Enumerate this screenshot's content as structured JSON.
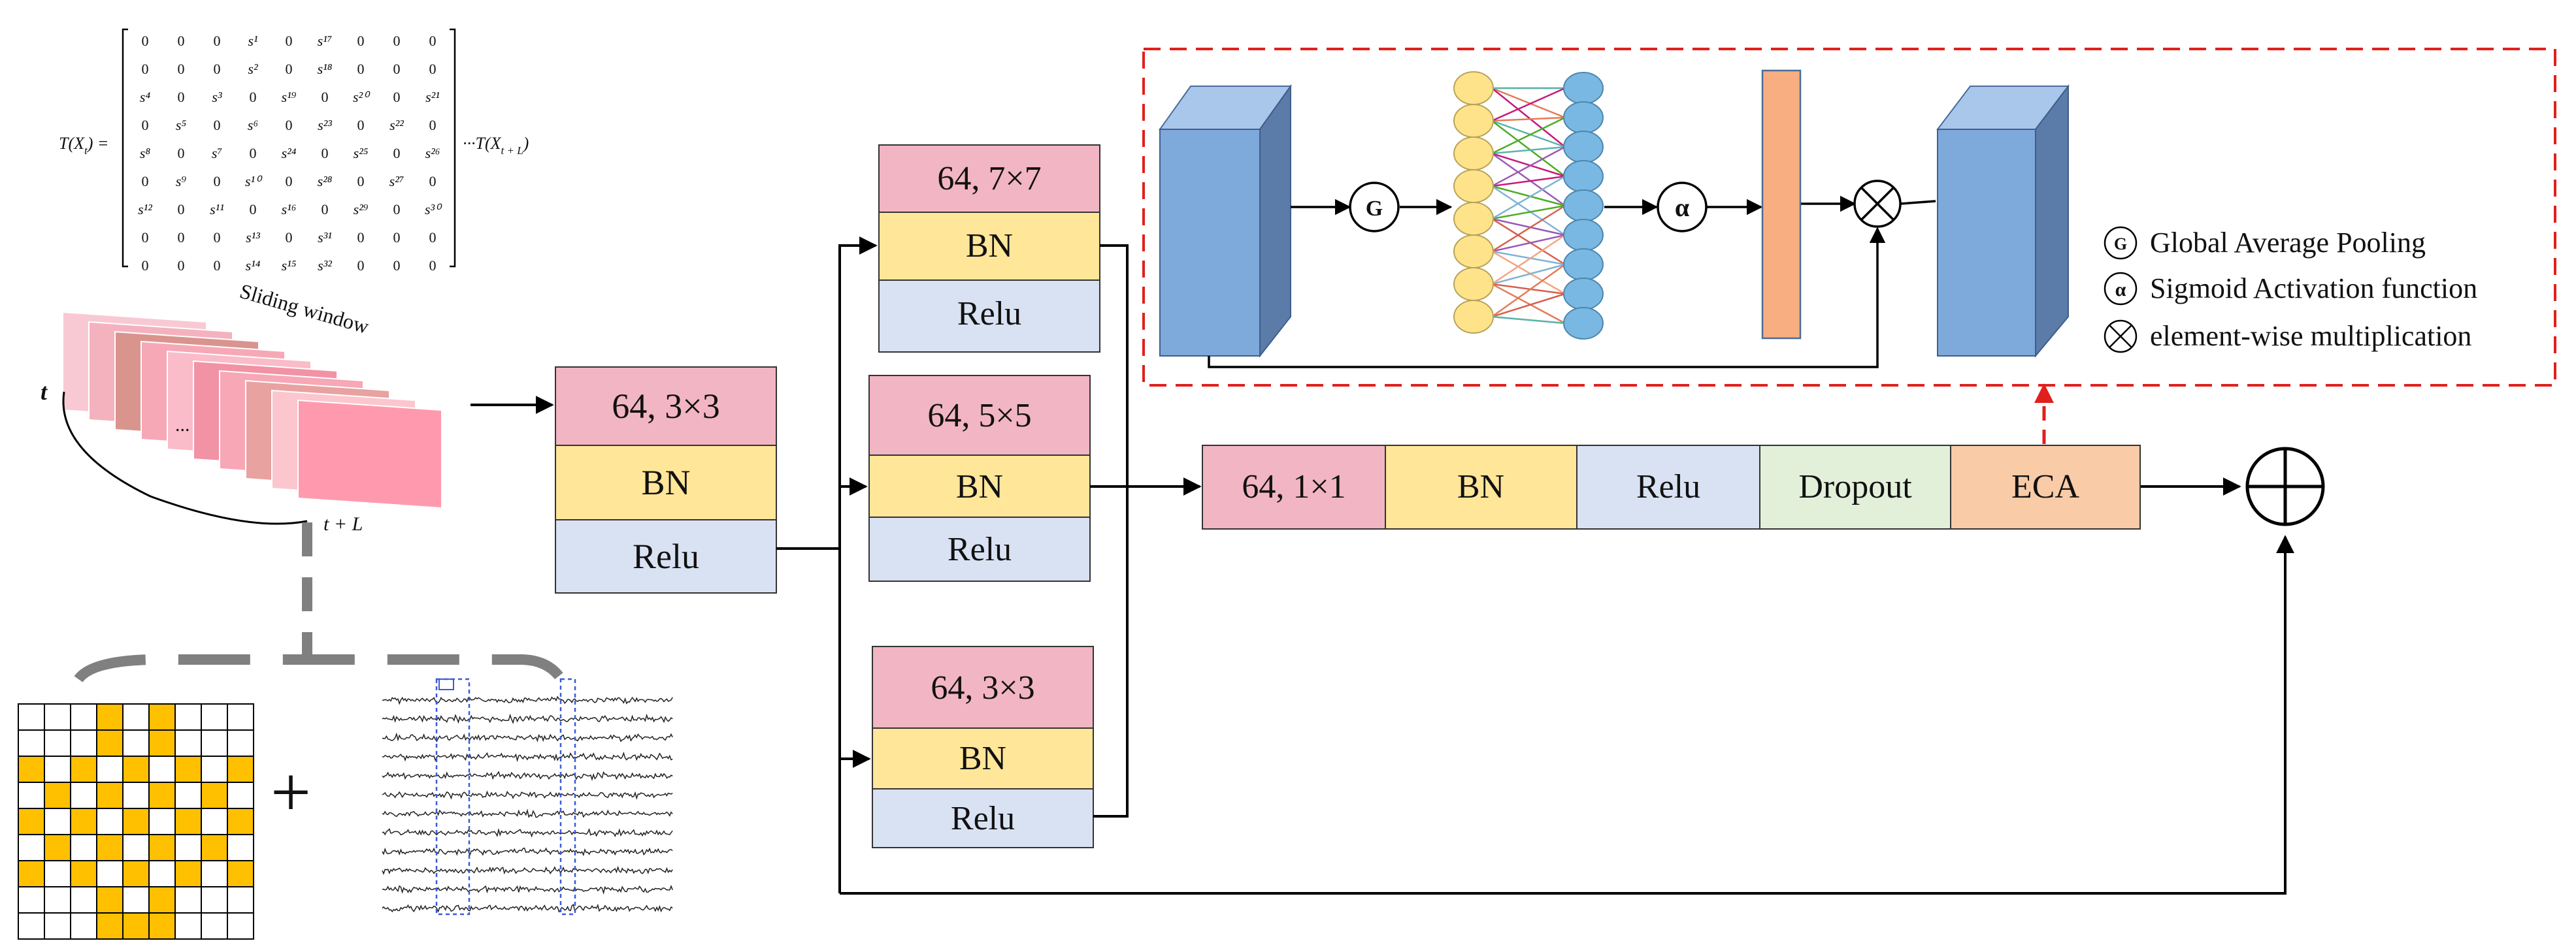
{
  "colors": {
    "pink": "#F2B5C3",
    "yellow": "#FFE699",
    "blue_light": "#D9E2F2",
    "green_light": "#E2F0D9",
    "orange_light": "#F9CBA7",
    "eca_bar": "#F8AE80",
    "cube_front": "#7EA9DB",
    "cube_side": "#5B7BA8",
    "cube_top": "#A9C6EB",
    "node_yellow": "#FFE38A",
    "node_blue": "#79B8E2",
    "grid_gold": "#FFC000",
    "dashed_red": "#E0201C",
    "grey_dash": "#808080"
  },
  "matrix": {
    "lhs": "T(X",
    "lhs_sub": "t",
    "lhs_close": ") =",
    "rhs": "···T(X",
    "rhs_sub": "t + L",
    "rhs_close": ")",
    "rows": [
      [
        "0",
        "0",
        "0",
        "s¹",
        "0",
        "s¹⁷",
        "0",
        "0",
        "0"
      ],
      [
        "0",
        "0",
        "0",
        "s²",
        "0",
        "s¹⁸",
        "0",
        "0",
        "0"
      ],
      [
        "s⁴",
        "0",
        "s³",
        "0",
        "s¹⁹",
        "0",
        "s²⁰",
        "0",
        "s²¹"
      ],
      [
        "0",
        "s⁵",
        "0",
        "s⁶",
        "0",
        "s²³",
        "0",
        "s²²",
        "0"
      ],
      [
        "s⁸",
        "0",
        "s⁷",
        "0",
        "s²⁴",
        "0",
        "s²⁵",
        "0",
        "s²⁶"
      ],
      [
        "0",
        "s⁹",
        "0",
        "s¹⁰",
        "0",
        "s²⁸",
        "0",
        "s²⁷",
        "0"
      ],
      [
        "s¹²",
        "0",
        "s¹¹",
        "0",
        "s¹⁶",
        "0",
        "s²⁹",
        "0",
        "s³⁰"
      ],
      [
        "0",
        "0",
        "0",
        "s¹³",
        "0",
        "s³¹",
        "0",
        "0",
        "0"
      ],
      [
        "0",
        "0",
        "0",
        "s¹⁴",
        "s¹⁵",
        "s³²",
        "0",
        "0",
        "0"
      ]
    ]
  },
  "window": {
    "label": "Sliding window",
    "t_label": "t",
    "tL_label": "t + L",
    "ellipsis": "..."
  },
  "plus_sign": "+",
  "block_first": {
    "conv": "64, 3×3",
    "bn": "BN",
    "act": "Relu"
  },
  "branches": [
    {
      "conv": "64, 7×7",
      "bn": "BN",
      "act": "Relu"
    },
    {
      "conv": "64, 5×5",
      "bn": "BN",
      "act": "Relu"
    },
    {
      "conv": "64, 3×3",
      "bn": "BN",
      "act": "Relu"
    }
  ],
  "pipeline": [
    "64, 1×1",
    "BN",
    "Relu",
    "Dropout",
    "ECA"
  ],
  "eca": {
    "gap_symbol": "G",
    "sigmoid_symbol": "α",
    "legend": [
      {
        "symbol": "G",
        "text": "Global Average Pooling"
      },
      {
        "symbol": "α",
        "text": "Sigmoid Activation function"
      },
      {
        "symbol": "⊗",
        "text": "element-wise multiplication"
      }
    ]
  },
  "grid_pattern": [
    [
      0,
      0,
      0,
      1,
      0,
      1,
      0,
      0,
      0
    ],
    [
      0,
      0,
      0,
      1,
      0,
      1,
      0,
      0,
      0
    ],
    [
      1,
      0,
      1,
      0,
      1,
      0,
      1,
      0,
      1
    ],
    [
      0,
      1,
      0,
      1,
      0,
      1,
      0,
      1,
      0
    ],
    [
      1,
      0,
      1,
      0,
      1,
      0,
      1,
      0,
      1
    ],
    [
      0,
      1,
      0,
      1,
      0,
      1,
      0,
      1,
      0
    ],
    [
      1,
      0,
      1,
      0,
      1,
      0,
      1,
      0,
      1
    ],
    [
      0,
      0,
      0,
      1,
      0,
      1,
      0,
      0,
      0
    ],
    [
      0,
      0,
      0,
      1,
      1,
      1,
      0,
      0,
      0
    ]
  ]
}
